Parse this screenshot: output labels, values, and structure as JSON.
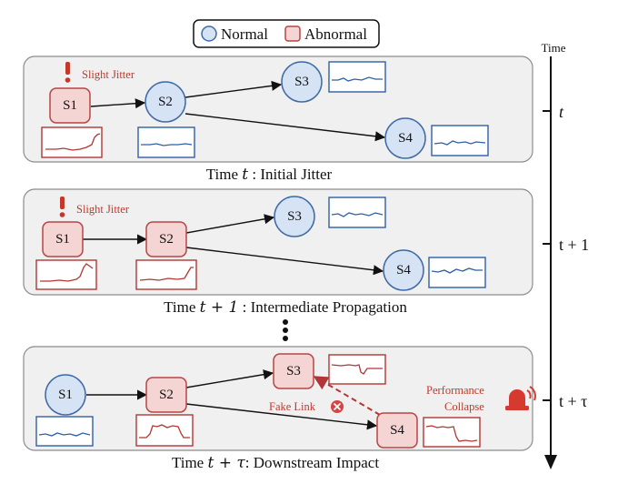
{
  "legend": {
    "normal_label": "Normal",
    "abnormal_label": "Abnormal"
  },
  "axis": {
    "title": "Time",
    "ticks": [
      "t",
      "t + 1",
      "t + τ"
    ]
  },
  "panels": [
    {
      "nodes": [
        {
          "label": "S1",
          "state": "abnormal"
        },
        {
          "label": "S2",
          "state": "normal"
        },
        {
          "label": "S3",
          "state": "normal"
        },
        {
          "label": "S4",
          "state": "normal"
        }
      ],
      "annotation": "Slight Jitter",
      "caption_pre": "Time ",
      "caption_var": "t",
      "caption_post": " : Initial Jitter"
    },
    {
      "nodes": [
        {
          "label": "S1",
          "state": "abnormal"
        },
        {
          "label": "S2",
          "state": "abnormal"
        },
        {
          "label": "S3",
          "state": "normal"
        },
        {
          "label": "S4",
          "state": "normal"
        }
      ],
      "annotation": "Slight Jitter",
      "caption_pre": "Time ",
      "caption_var": "t + 1",
      "caption_post": " : Intermediate Propagation"
    },
    {
      "nodes": [
        {
          "label": "S1",
          "state": "normal"
        },
        {
          "label": "S2",
          "state": "abnormal"
        },
        {
          "label": "S3",
          "state": "abnormal"
        },
        {
          "label": "S4",
          "state": "abnormal"
        }
      ],
      "fake_link_label": "Fake Link",
      "collapse_label_line1": "Performance",
      "collapse_label_line2": "Collapse",
      "caption_pre": "Time ",
      "caption_var": "t + τ",
      "caption_post": ": Downstream Impact"
    }
  ],
  "colors": {
    "normal": "#3f6aa6",
    "abnormal": "#b84545",
    "alert": "#c0392b"
  }
}
